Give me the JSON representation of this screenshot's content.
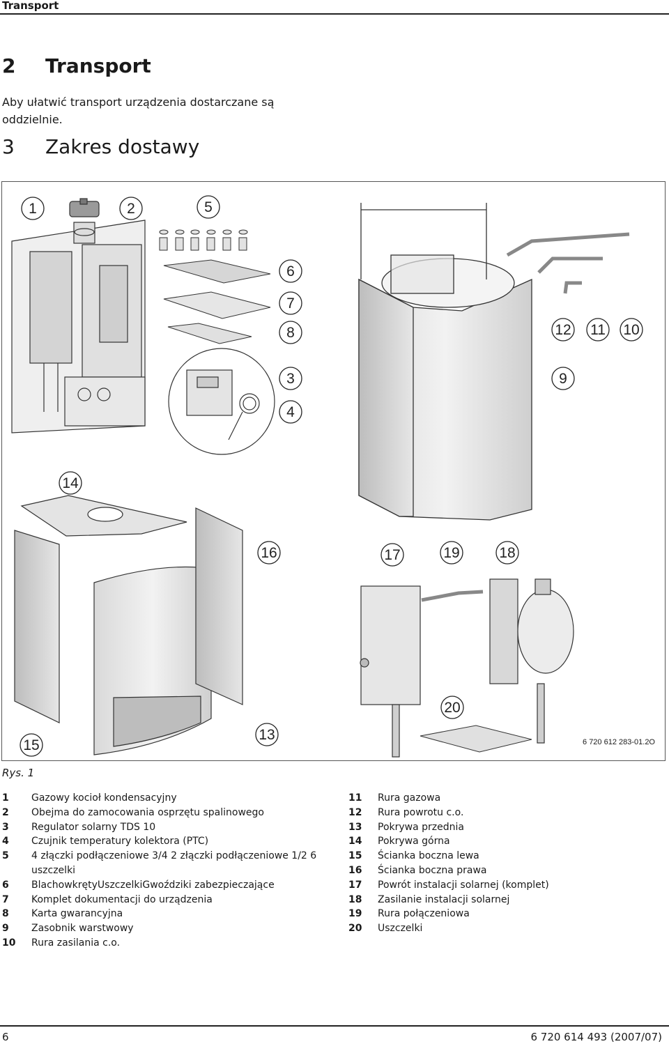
{
  "header": {
    "title": "Transport"
  },
  "section_transport": {
    "number": "2",
    "title": "Transport"
  },
  "transport_text": "Aby ułatwić transport urządzenia dostarczane są oddzielnie.",
  "section_scope": {
    "number": "3",
    "title": "Zakres dostawy"
  },
  "figure": {
    "code": "6 720 612 283-01.2O",
    "callouts": [
      "1",
      "2",
      "3",
      "4",
      "5",
      "6",
      "7",
      "8",
      "9",
      "10",
      "11",
      "12",
      "13",
      "14",
      "15",
      "16",
      "17",
      "18",
      "19",
      "20"
    ]
  },
  "caption": "Rys. 1",
  "legend_left": [
    {
      "n": "1",
      "text": "Gazowy kocioł kondensacyjny"
    },
    {
      "n": "2",
      "text": "Obejma do zamocowania osprzętu spalinowego"
    },
    {
      "n": "3",
      "text": "Regulator solarny TDS 10"
    },
    {
      "n": "4",
      "text": "Czujnik temperatury kolektora (PTC)"
    },
    {
      "n": "5",
      "text": "4 złączki podłączeniowe 3/4 2 złączki podłączeniowe 1/2 6 uszczelki"
    },
    {
      "n": "6",
      "text": "BlachowkrętyUszczelkiGwoździki zabezpieczające"
    },
    {
      "n": "7",
      "text": "Komplet dokumentacji do urządzenia"
    },
    {
      "n": "8",
      "text": "Karta gwarancyjna"
    },
    {
      "n": "9",
      "text": "Zasobnik warstwowy"
    },
    {
      "n": "10",
      "text": "Rura zasilania c.o."
    }
  ],
  "legend_right": [
    {
      "n": "11",
      "text": "Rura gazowa"
    },
    {
      "n": "12",
      "text": "Rura powrotu c.o."
    },
    {
      "n": "13",
      "text": "Pokrywa przednia"
    },
    {
      "n": "14",
      "text": "Pokrywa górna"
    },
    {
      "n": "15",
      "text": "Ścianka boczna lewa"
    },
    {
      "n": "16",
      "text": "Ścianka boczna prawa"
    },
    {
      "n": "17",
      "text": "Powrót instalacji solarnej (komplet)"
    },
    {
      "n": "18",
      "text": "Zasilanie instalacji solarnej"
    },
    {
      "n": "19",
      "text": "Rura połączeniowa"
    },
    {
      "n": "20",
      "text": "Uszczelki"
    }
  ],
  "footer": {
    "page": "6",
    "doc_id": "6 720 614 493 (2007/07)"
  }
}
